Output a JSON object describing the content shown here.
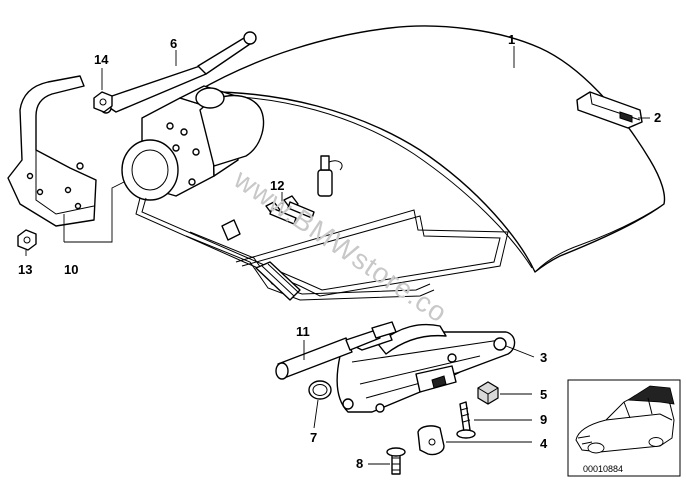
{
  "diagram": {
    "watermark": "www.BMWstore.co",
    "reference_number": "00010884",
    "callouts": [
      {
        "id": "c1",
        "text": "1"
      },
      {
        "id": "c2",
        "text": "2"
      },
      {
        "id": "c3",
        "text": "3"
      },
      {
        "id": "c4",
        "text": "4"
      },
      {
        "id": "c5",
        "text": "5"
      },
      {
        "id": "c6",
        "text": "6"
      },
      {
        "id": "c7",
        "text": "7"
      },
      {
        "id": "c8",
        "text": "8"
      },
      {
        "id": "c9",
        "text": "9"
      },
      {
        "id": "c10",
        "text": "10"
      },
      {
        "id": "c11",
        "text": "11"
      },
      {
        "id": "c12",
        "text": "12"
      },
      {
        "id": "c13",
        "text": "13"
      },
      {
        "id": "c14",
        "text": "14"
      }
    ]
  },
  "colors": {
    "line": "#000000",
    "background": "#ffffff",
    "watermark": "#c8c8c8",
    "shade": "#d9d9d9"
  }
}
